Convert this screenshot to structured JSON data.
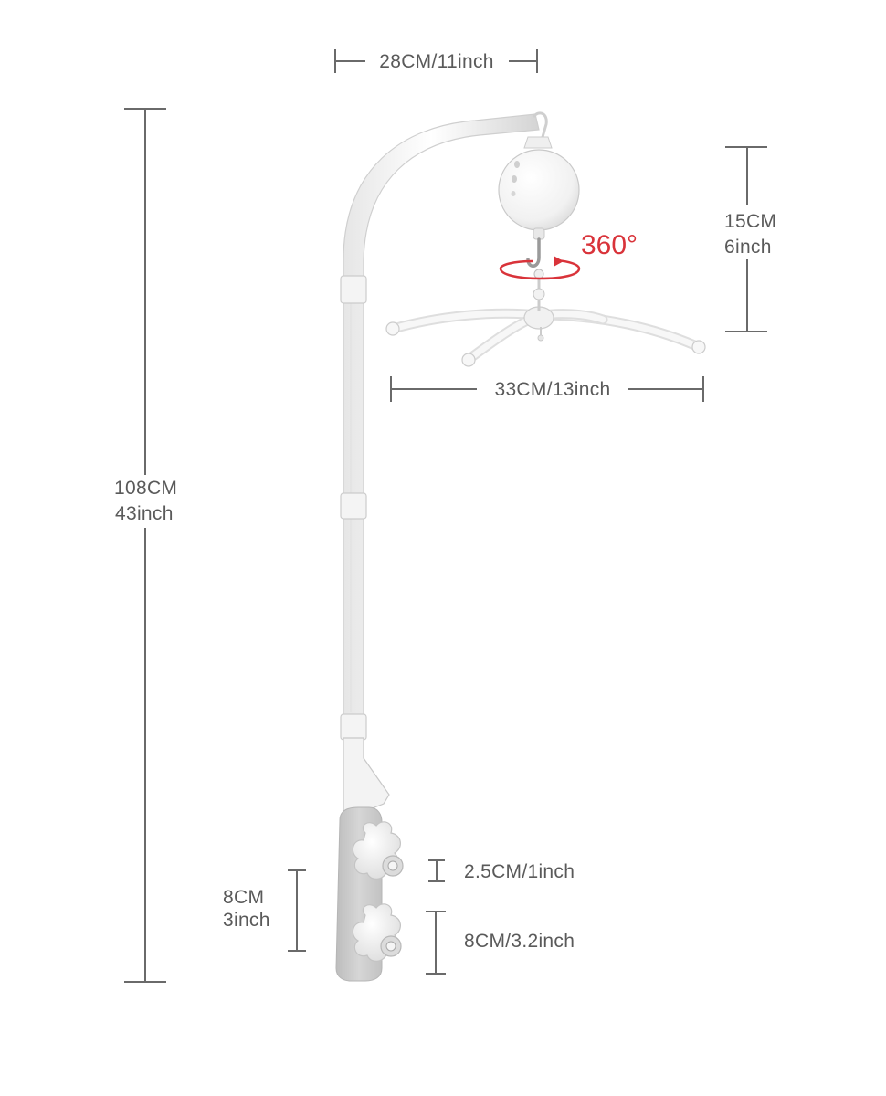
{
  "dimensions": {
    "top_width": "28CM/11inch",
    "total_height_cm": "108CM",
    "total_height_in": "43inch",
    "drop_height_cm": "15CM",
    "drop_height_in": "6inch",
    "arm_span": "33CM/13inch",
    "clamp_height_cm": "8CM",
    "clamp_height_in": "3inch",
    "clamp_gap": "2.5CM/1inch",
    "clamp_range": "8CM/3.2inch"
  },
  "rotation": {
    "label": "360°"
  },
  "colors": {
    "dimension_text": "#5a5a5a",
    "dimension_line": "#6a6a6a",
    "rotation_accent": "#d9333a",
    "product_white": "#f7f7f7",
    "product_shade": "#d8d8d8",
    "clamp_plate": "#cfcfcf"
  }
}
